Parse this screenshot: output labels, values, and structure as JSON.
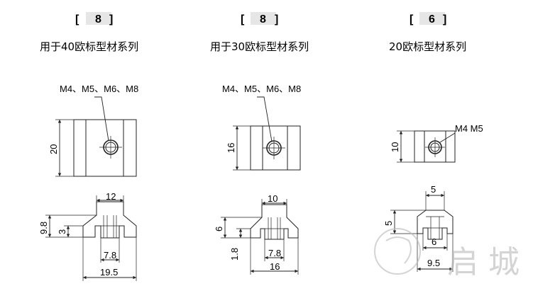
{
  "headers": [
    {
      "bracket_left": "[",
      "number": "8",
      "bracket_right": "]",
      "subtitle": "用于40欧标型材系列"
    },
    {
      "bracket_left": "[",
      "number": "8",
      "bracket_right": "]",
      "subtitle": "用于30欧标型材系列"
    },
    {
      "bracket_left": "[",
      "number": "6",
      "bracket_right": "]",
      "subtitle": "20欧标型材系列"
    }
  ],
  "views": [
    {
      "thread_label": "M4、M5、M6、M8",
      "height": "20",
      "dim_top": "12",
      "dim_total_h": "9.8",
      "dim_lower_h": "3",
      "dim_slot": "7.8",
      "dim_base": "19.5"
    },
    {
      "thread_label": "M4、M5、M6、M8",
      "height": "16",
      "dim_top": "10",
      "dim_total_h": "6",
      "dim_lower_h": "1.8",
      "dim_slot": "7.8",
      "dim_base": "16"
    },
    {
      "thread_label": "M4 M5",
      "height": "10",
      "dim_top": "5",
      "dim_total_h": "5",
      "dim_slot": "6",
      "dim_base": "9.5"
    }
  ],
  "watermark": {
    "text": "启 城"
  },
  "colors": {
    "line": "#222222",
    "header_box": "#e6e6e6",
    "watermark": "#b8b8b8"
  }
}
